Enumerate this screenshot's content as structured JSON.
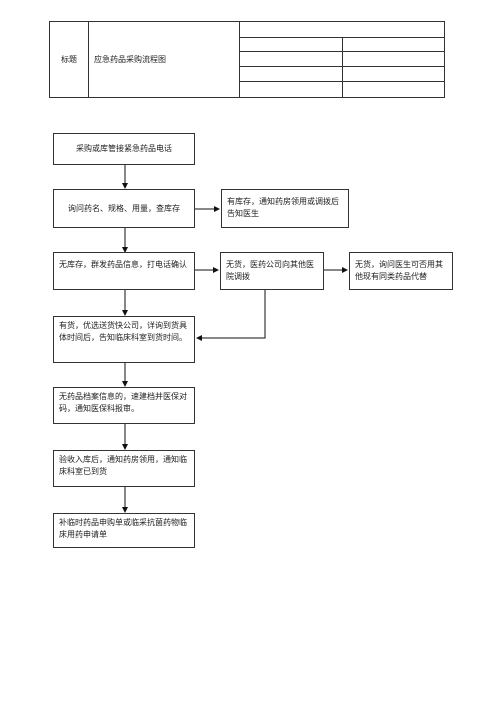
{
  "header": {
    "label": "标题",
    "title": "应急药品采购流程图"
  },
  "nodes": {
    "start": "采购或库管接紧急药品电话",
    "inquire": "询问药名、规格、用量，查库存",
    "in_stock": "有库存，通知药房领用或调拨后告知医生",
    "no_stock": "无库存，群发药品信息，打电话确认",
    "no_goods_hospital": "无货，医药公司向其他医院调拨",
    "no_goods_doctor": "无货，询问医生可否用其他现有同类药品代替",
    "has_goods": "有货，优选送货快公司，详询到货具体时间后，告知临床科室到货时间。",
    "no_file": "无药品档案信息的，速建档并医保对码，通知医保科报审。",
    "receive": "验收入库后，通知药房领用，通知临床科室已到货",
    "supplement": "补临时药品申购单或临采抗菌药物临床用药申请单"
  }
}
